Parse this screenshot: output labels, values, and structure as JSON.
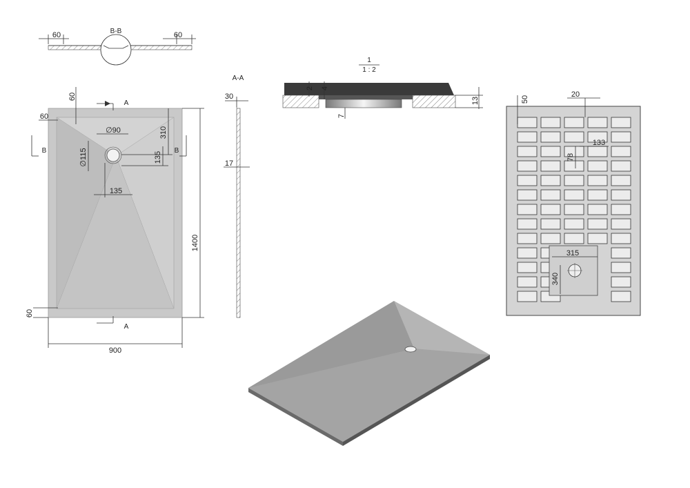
{
  "section_bb": {
    "title": "B-B",
    "left_dim": "60",
    "right_dim": "60"
  },
  "plan": {
    "width": "900",
    "length": "1400",
    "edge_top": "60",
    "edge_left": "60",
    "edge_bottom": "60",
    "drain_diameter": "∅90",
    "drain_outer": "∅115",
    "offset_top": "310",
    "offset_side": "135",
    "offset_x": "135",
    "section_a": "A",
    "section_b": "B"
  },
  "section_aa": {
    "title": "A-A",
    "top_dim": "30",
    "thickness": "17"
  },
  "detail": {
    "id": "1",
    "scale": "1 : 2",
    "dim_2": "2",
    "dim_4": "4",
    "dim_7": "7",
    "dim_13": "13"
  },
  "bottom_view": {
    "dim_50": "50",
    "dim_20": "20",
    "dim_133": "133",
    "dim_78": "78",
    "dim_315": "315",
    "dim_340": "340"
  }
}
